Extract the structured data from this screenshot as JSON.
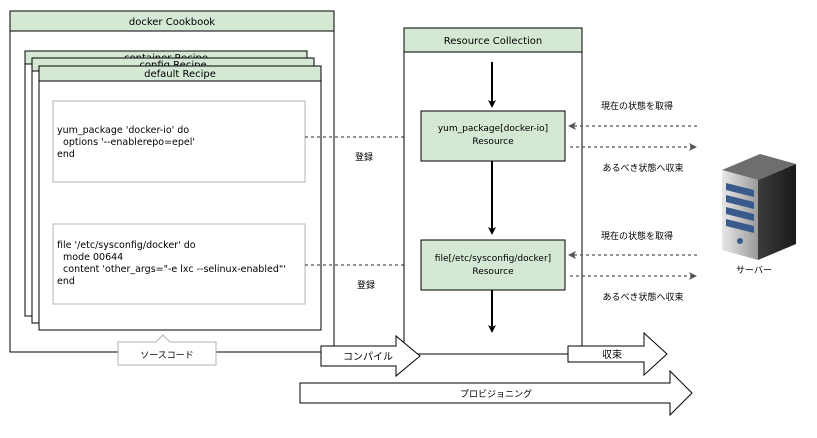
{
  "cookbook": {
    "title": "docker Cookbook",
    "recipes": [
      "container Recipe",
      "config Recipe",
      "default Recipe"
    ],
    "source_code_label": "ソースコード",
    "code_blocks": [
      [
        "yum_package 'docker-io' do",
        "  options '--enablerepo=epel'",
        "end"
      ],
      [
        "file '/etc/sysconfig/docker' do",
        "  mode 00644",
        "  content 'other_args=\"-e lxc --selinux-enabled\"'",
        "end"
      ]
    ]
  },
  "register_label": "登録",
  "resource_collection": {
    "title": "Resource Collection",
    "resources": [
      [
        "yum_package[docker-io]",
        "Resource"
      ],
      [
        "file[/etc/sysconfig/docker]",
        "Resource"
      ]
    ]
  },
  "state_labels": {
    "get_current": "現在の状態を取得",
    "converge": "あるべき状態へ収束"
  },
  "server_label": "サーバー",
  "phase_arrows": {
    "compile": "コンパイル",
    "converge": "収束",
    "provisioning": "プロビジョニング"
  },
  "colors": {
    "header_fill": "#d5e8d4",
    "resource_fill": "#d5e8d4",
    "border": "#000000",
    "dashed_line": "#555555",
    "code_box_border": "#b3b3b3"
  },
  "icons": [
    "server-icon"
  ]
}
